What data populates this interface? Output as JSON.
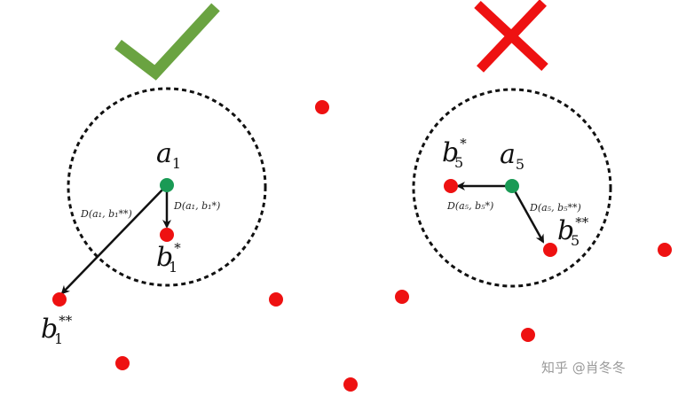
{
  "colors": {
    "check": "#6aa341",
    "cross": "#ee1111",
    "point": "#ee1111",
    "center_point": "#1a9a55",
    "arrow": "#111111"
  },
  "icons": [
    "check-icon",
    "cross-icon"
  ],
  "left": {
    "center": {
      "base": "a",
      "sub": "1"
    },
    "near": {
      "base": "b",
      "sub": "1",
      "sup": "*"
    },
    "far": {
      "base": "b",
      "sub": "1",
      "sup": "**"
    },
    "dist_far": "D(a₁, b₁**)",
    "dist_near": "D(a₁, b₁*)"
  },
  "right": {
    "center": {
      "base": "a",
      "sub": "5"
    },
    "near": {
      "base": "b",
      "sub": "5",
      "sup": "*"
    },
    "far": {
      "base": "b",
      "sub": "5",
      "sup": "**"
    },
    "dist_near": "D(a₅, b₅*)",
    "dist_far": "D(a₅, b₅**)"
  },
  "watermark": "知乎 @肖冬冬"
}
